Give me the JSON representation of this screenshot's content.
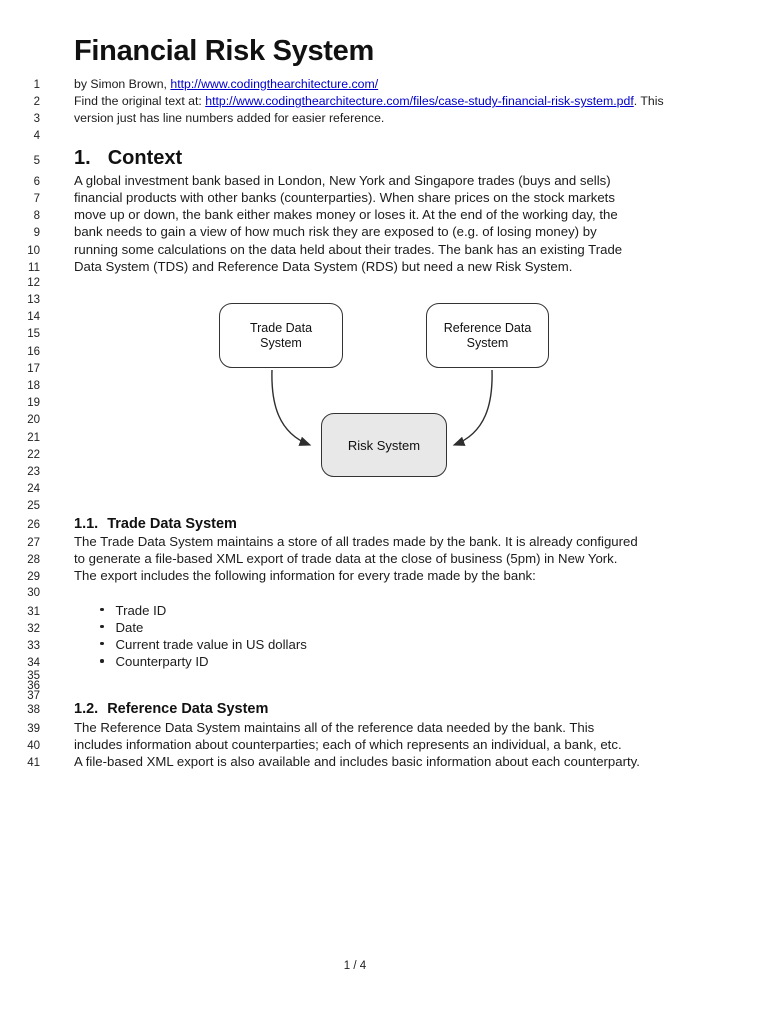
{
  "document": {
    "title": "Financial Risk System",
    "footer_page_indicator": "1 / 4"
  },
  "colors": {
    "link": "#0000cc",
    "text": "#1c1c1c",
    "risk_box_fill": "#e8e8e8",
    "box_border": "#333333"
  },
  "diagram": {
    "trade_box_label": "Trade Data System",
    "reference_box_label": "Reference Data System",
    "risk_box_label": "Risk System"
  },
  "lines": [
    {
      "num": "1",
      "type": "small",
      "segments": [
        {
          "text": "by Simon Brown, "
        },
        {
          "text": "http://www.codingthearchitecture.com/",
          "link": true
        }
      ]
    },
    {
      "num": "2",
      "type": "small",
      "segments": [
        {
          "text": "Find the original text at: "
        },
        {
          "text": "http://www.codingthearchitecture.com/files/case-study-financial-risk-system.pdf",
          "link": true
        },
        {
          "text": ". This"
        }
      ]
    },
    {
      "num": "3",
      "type": "small",
      "segments": [
        {
          "text": "version just has line numbers added for easier reference."
        }
      ]
    },
    {
      "num": "4",
      "type": "blank",
      "segments": []
    },
    {
      "num": "5",
      "type": "h1",
      "label": "1.",
      "segments": [
        {
          "text": "Context"
        }
      ]
    },
    {
      "num": "6",
      "type": "body",
      "segments": [
        {
          "text": "A global investment bank based in London, New York and Singapore trades (buys and sells)"
        }
      ]
    },
    {
      "num": "7",
      "type": "body",
      "segments": [
        {
          "text": "financial products with other banks (counterparties). When share prices on the stock markets"
        }
      ]
    },
    {
      "num": "8",
      "type": "body",
      "segments": [
        {
          "text": "move up or down, the bank either makes money or loses it. At the end of the working day, the"
        }
      ]
    },
    {
      "num": "9",
      "type": "body",
      "segments": [
        {
          "text": "bank needs to gain a view of how much risk they are exposed to (e.g. of losing money) by"
        }
      ]
    },
    {
      "num": "10",
      "type": "body",
      "segments": [
        {
          "text": "running some calculations on the data held about their trades. The bank has an existing Trade"
        }
      ]
    },
    {
      "num": "11",
      "type": "body",
      "segments": [
        {
          "text": "Data System (TDS) and Reference Data System (RDS) but need a new Risk System."
        }
      ]
    },
    {
      "num": "12",
      "type": "blank",
      "segments": []
    },
    {
      "num": "13",
      "type": "blank",
      "segments": []
    },
    {
      "num": "14",
      "type": "blank",
      "segments": []
    },
    {
      "num": "15",
      "type": "blank",
      "segments": []
    },
    {
      "num": "16",
      "type": "blank",
      "segments": []
    },
    {
      "num": "17",
      "type": "blank",
      "segments": []
    },
    {
      "num": "18",
      "type": "blank",
      "segments": []
    },
    {
      "num": "19",
      "type": "blank",
      "segments": []
    },
    {
      "num": "20",
      "type": "blank",
      "segments": []
    },
    {
      "num": "21",
      "type": "blank",
      "segments": []
    },
    {
      "num": "22",
      "type": "blank",
      "segments": []
    },
    {
      "num": "23",
      "type": "blank",
      "segments": []
    },
    {
      "num": "24",
      "type": "blank",
      "segments": []
    },
    {
      "num": "25",
      "type": "blank",
      "segments": []
    },
    {
      "num": "26",
      "type": "h2",
      "label": "1.1.",
      "segments": [
        {
          "text": "Trade Data System"
        }
      ]
    },
    {
      "num": "27",
      "type": "body",
      "segments": [
        {
          "text": "The Trade Data System maintains a store of all trades made by the bank. It is already configured"
        }
      ]
    },
    {
      "num": "28",
      "type": "body",
      "segments": [
        {
          "text": "to generate a file-based XML export of trade data at the close of business (5pm) in New York."
        }
      ]
    },
    {
      "num": "29",
      "type": "body",
      "segments": [
        {
          "text": "The export includes the following information for every trade made by the bank:"
        }
      ]
    },
    {
      "num": "30",
      "type": "blank",
      "segments": []
    },
    {
      "num": "31",
      "type": "bullet",
      "segments": [
        {
          "text": "Trade ID"
        }
      ]
    },
    {
      "num": "32",
      "type": "bullet",
      "segments": [
        {
          "text": "Date"
        }
      ]
    },
    {
      "num": "33",
      "type": "bullet",
      "segments": [
        {
          "text": "Current trade value in US dollars"
        }
      ]
    },
    {
      "num": "34",
      "type": "bullet",
      "segments": [
        {
          "text": "Counterparty ID"
        }
      ]
    },
    {
      "num": "35",
      "type": "tight",
      "segments": []
    },
    {
      "num": "36",
      "type": "tight",
      "segments": []
    },
    {
      "num": "37",
      "type": "tight",
      "segments": []
    },
    {
      "num": "38",
      "type": "h2",
      "label": "1.2.",
      "segments": [
        {
          "text": "Reference Data System"
        }
      ]
    },
    {
      "num": "39",
      "type": "body",
      "segments": [
        {
          "text": "The Reference Data System maintains all of the reference data needed by the bank. This"
        }
      ]
    },
    {
      "num": "40",
      "type": "body",
      "segments": [
        {
          "text": "includes information about counterparties; each of which represents an individual, a bank, etc."
        }
      ]
    },
    {
      "num": "41",
      "type": "body",
      "segments": [
        {
          "text": "A file-based XML export is also available and includes basic information about each counterparty."
        }
      ]
    }
  ]
}
